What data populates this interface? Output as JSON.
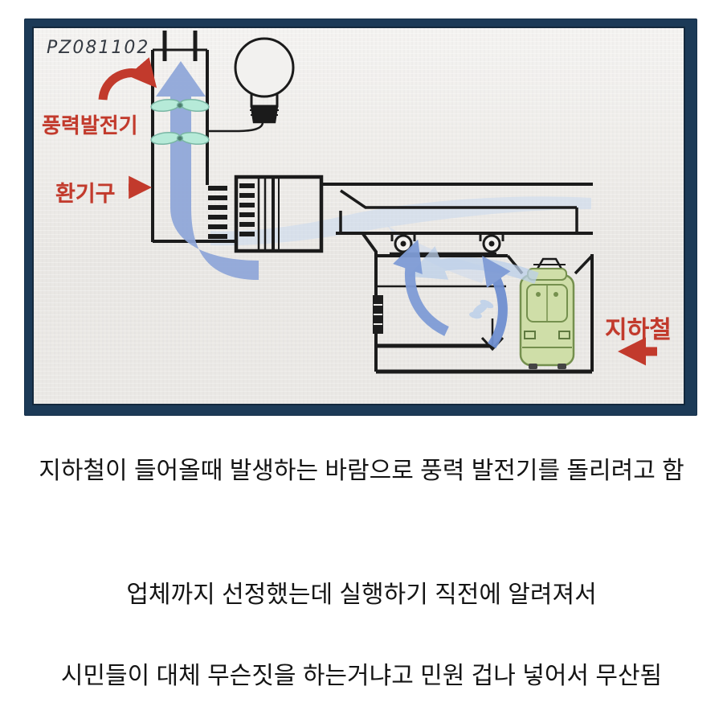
{
  "diagram": {
    "code_label": "PZ081102",
    "labels": {
      "wind_generator": "풍력발전기",
      "vent": "환기구",
      "subway": "지하철"
    },
    "colors": {
      "frame_navy": "#1c3a57",
      "canvas_gray": "#eceae7",
      "outline_black": "#1b1b1b",
      "label_red": "#c23a2c",
      "airflow_blue": "#8da5d8",
      "airflow_light_blue": "#c6d5ec",
      "rotor_cyan": "#b6ead8",
      "train_green": "#cfdea8"
    }
  },
  "captions": [
    "지하철이 들어올때 발생하는 바람으로 풍력 발전기를 돌리려고 함",
    "업체까지 선정했는데 실행하기 직전에 알려져서",
    "시민들이 대체 무슨짓을 하는거냐고 민원 겁나 넣어서 무산됨"
  ]
}
